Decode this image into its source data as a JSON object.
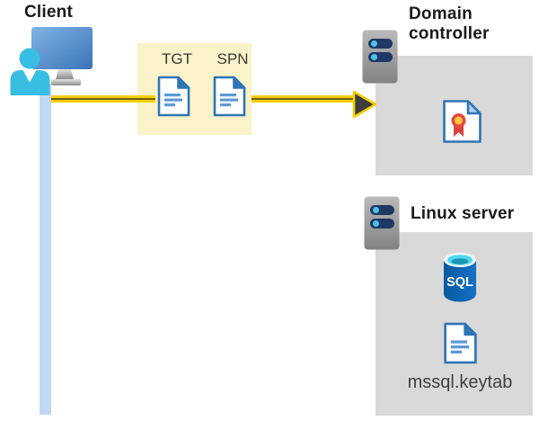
{
  "client": {
    "label": "Client",
    "icons": [
      "user-icon",
      "monitor-icon"
    ],
    "timeline": "vertical-blue-line"
  },
  "ticket_box": {
    "items": [
      {
        "label": "TGT",
        "icon": "document-icon"
      },
      {
        "label": "SPN",
        "icon": "document-icon"
      }
    ]
  },
  "arrow": {
    "direction": "right",
    "from": "client",
    "to": "domain-controller"
  },
  "domain_controller": {
    "label": "Domain controller",
    "icons": [
      "server-icon",
      "certificate-icon"
    ]
  },
  "linux_server": {
    "label": "Linux server",
    "icons": [
      "server-icon",
      "sql-database-icon",
      "document-icon"
    ],
    "sql_label": "SQL",
    "keytab_label": "mssql.keytab"
  },
  "colors": {
    "highlight_box_yellow": "#FAF2C8",
    "arrow_yellow": "#F7CE05",
    "arrow_core_dark": "#6E6014",
    "arrowhead_charcoal": "#3E3E3E",
    "panel_gray": "#D9D9D9",
    "doc_border_blue": "#2E75B6",
    "doc_line_blue": "#5B9BD5",
    "user_cyan": "#39BEE3",
    "client_line_blue": "#BFD9F5",
    "server_bar_navy": "#1F3864",
    "server_dot_cyan": "#49C3EA",
    "sql_body_blue": "#0E63B0",
    "sql_top_cyan": "#53D7EF",
    "cert_ribbon_red": "#E8483F",
    "cert_seal_yellow": "#FFC83D",
    "heading_text": "#1A1A1A",
    "body_text": "#3F3F3F"
  }
}
